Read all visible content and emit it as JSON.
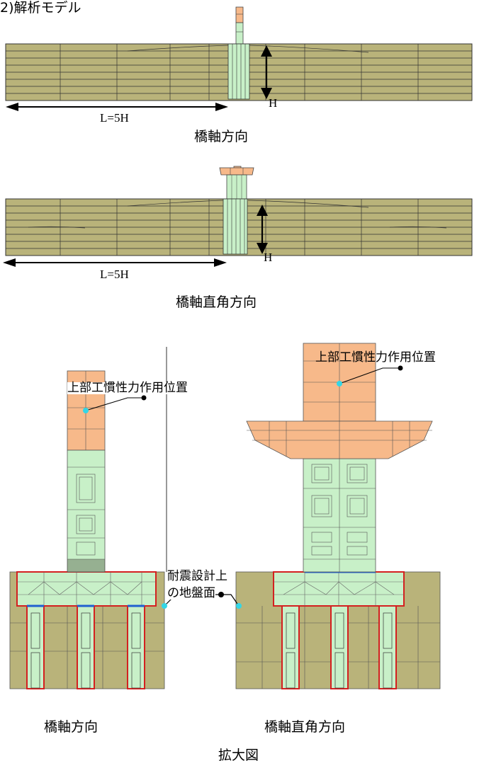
{
  "section_title": "2)解析モデル",
  "top_model": {
    "length_label": "L=5H",
    "height_label": "H",
    "caption": "橋軸方向"
  },
  "second_model": {
    "length_label": "L=5H",
    "height_label": "H",
    "caption": "橋軸直角方向"
  },
  "detail": {
    "left_callout": "上部工慣性力作用位置",
    "right_callout": "上部工慣性力作用位置",
    "ground_label_line1": "耐震設計上",
    "ground_label_line2": "の地盤面",
    "left_caption": "橋軸方向",
    "right_caption": "橋軸直角方向",
    "figure_caption": "拡大図"
  },
  "colors": {
    "soil": "#b9b37a",
    "pier": "#c8f0c8",
    "superstructure": "#f7b98a",
    "pile_edge": "#d42020",
    "point": "#33d6e6"
  }
}
